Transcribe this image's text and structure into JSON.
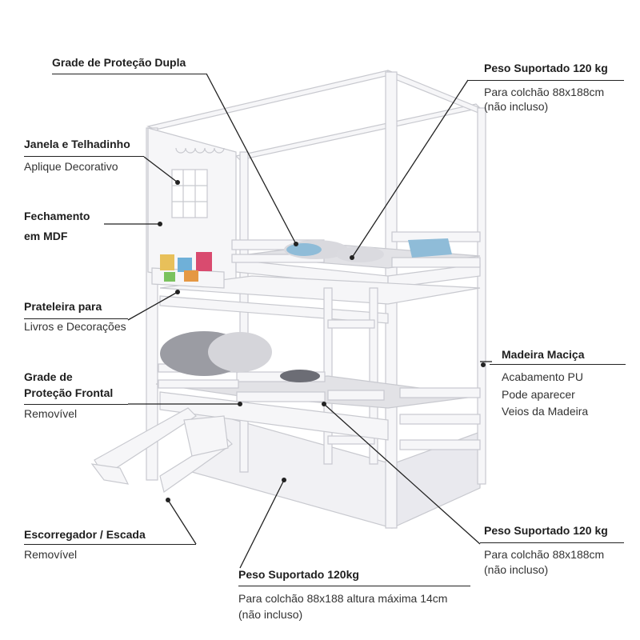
{
  "callouts": {
    "grade_dupla": {
      "title": "Grade de Proteção Dupla"
    },
    "janela": {
      "title": "Janela e Telhadinho",
      "sub": "Aplique Decorativo"
    },
    "fechamento": {
      "title_line1": "Fechamento",
      "title_line2": "em MDF"
    },
    "prateleira": {
      "title": "Prateleira para",
      "sub": "Livros e Decorações"
    },
    "grade_frontal": {
      "title_line1": "Grade de",
      "title_line2": "Proteção Frontal",
      "sub": "Removível"
    },
    "escorregador": {
      "title": "Escorregador / Escada",
      "sub": "Removível"
    },
    "peso_top": {
      "title": "Peso Suportado 120 kg",
      "sub_line1": "Para colchão 88x188cm",
      "sub_line2": "(não incluso)"
    },
    "madeira": {
      "title": "Madeira Maciça",
      "sub_line1": "Acabamento PU",
      "sub_line2": "Pode aparecer",
      "sub_line3": "Veios da Madeira"
    },
    "peso_bottom": {
      "title": "Peso Suportado 120 kg",
      "sub_line1": "Para colchão 88x188cm",
      "sub_line2": "(não incluso)"
    },
    "peso_trundle": {
      "title": "Peso Suportado 120kg",
      "sub_line1": "Para colchão 88x188 altura máxima 14cm",
      "sub_line2": "(não incluso)"
    }
  },
  "colors": {
    "frame": "#f6f6f8",
    "stroke": "#c8c9cf",
    "mattress": "#e2e2e6",
    "line": "#222222",
    "pillow_blue": "#8fbcd8",
    "pillow_gray": "#9b9ca3"
  },
  "icons": [
    "bunk-bed-illustration"
  ]
}
